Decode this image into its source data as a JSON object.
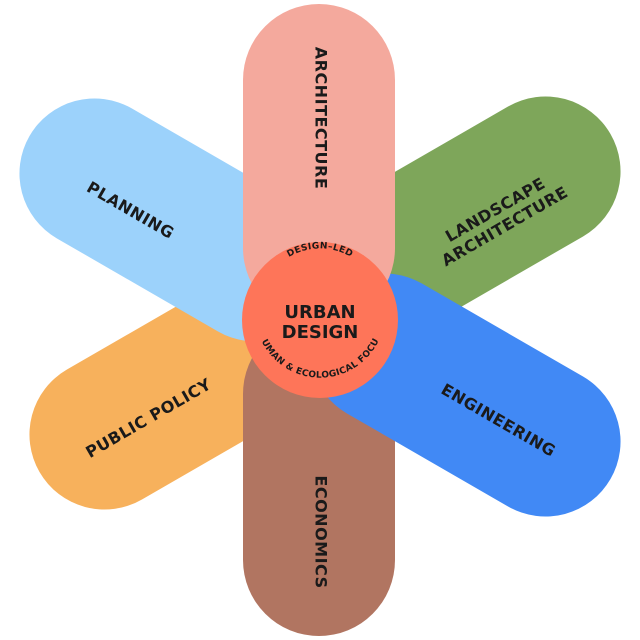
{
  "petals": {
    "architecture": {
      "label": "ARCHITECTURE",
      "color": "#f4a99d"
    },
    "landscape": {
      "line1": "LANDSCAPE",
      "line2": "ARCHITECTURE",
      "color": "#7ea65a"
    },
    "engineering": {
      "label": "ENGINEERING",
      "color": "#4189f5"
    },
    "economics": {
      "label": "ECONOMICS",
      "color": "#b17561"
    },
    "public_policy": {
      "label": "PUBLIC POLICY",
      "color": "#f7b15c"
    },
    "planning": {
      "label": "PLANNING",
      "color": "#9cd2fb"
    }
  },
  "center": {
    "line1": "URBAN",
    "line2": "DESIGN",
    "top_ring": "DESIGN–LED",
    "bottom_ring": "HUMAN & ECOLOGICAL FOCUS",
    "color": "#fe7559"
  }
}
